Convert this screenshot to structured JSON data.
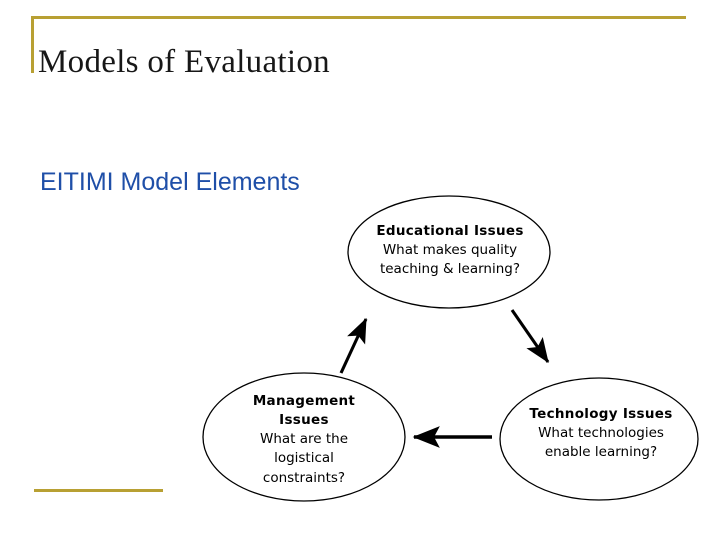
{
  "slide": {
    "title": "Models of Evaluation",
    "subtitle": "EITIMI Model Elements",
    "accent_color": "#b8a033",
    "subtitle_color": "#1f4fa8",
    "title_color": "#171717",
    "background_color": "#ffffff",
    "outline_color": "#000000"
  },
  "diagram": {
    "type": "cycle",
    "nodes": [
      {
        "id": "educational",
        "heading": "Educational Issues",
        "body_lines": [
          "What makes quality",
          "teaching & learning?"
        ],
        "shape": "ellipse",
        "position": "top"
      },
      {
        "id": "technology",
        "heading": "Technology Issues",
        "body_lines": [
          "What technologies",
          "enable learning?"
        ],
        "shape": "ellipse",
        "position": "bottom-right"
      },
      {
        "id": "management",
        "heading_lines": [
          "Management",
          "Issues"
        ],
        "heading": "Management Issues",
        "body_lines": [
          "What are the",
          "logistical",
          "constraints?"
        ],
        "shape": "ellipse",
        "position": "bottom-left"
      }
    ],
    "arrows": [
      {
        "id": "educational-to-technology",
        "from": "educational",
        "to": "technology",
        "direction": "down-right"
      },
      {
        "id": "technology-to-management",
        "from": "technology",
        "to": "management",
        "direction": "left"
      },
      {
        "id": "management-to-educational",
        "from": "management",
        "to": "educational",
        "direction": "up-right"
      }
    ]
  }
}
